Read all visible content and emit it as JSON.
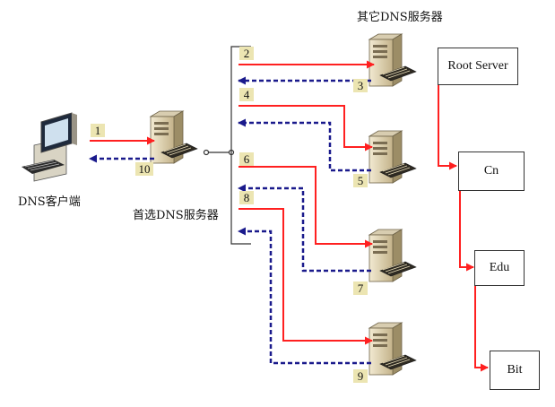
{
  "labels": {
    "other_servers": "其它DNS服务器",
    "client": "DNS客户端",
    "preferred_server": "首选DNS服务器"
  },
  "hierarchy": [
    "Root Server",
    "Cn",
    "Edu",
    "Bit"
  ],
  "steps": [
    "1",
    "2",
    "3",
    "4",
    "5",
    "6",
    "7",
    "8",
    "9",
    "10"
  ],
  "colors": {
    "request": "#ff2020",
    "response": "#1a1a8c",
    "tag_bg": "#ece5b2"
  }
}
